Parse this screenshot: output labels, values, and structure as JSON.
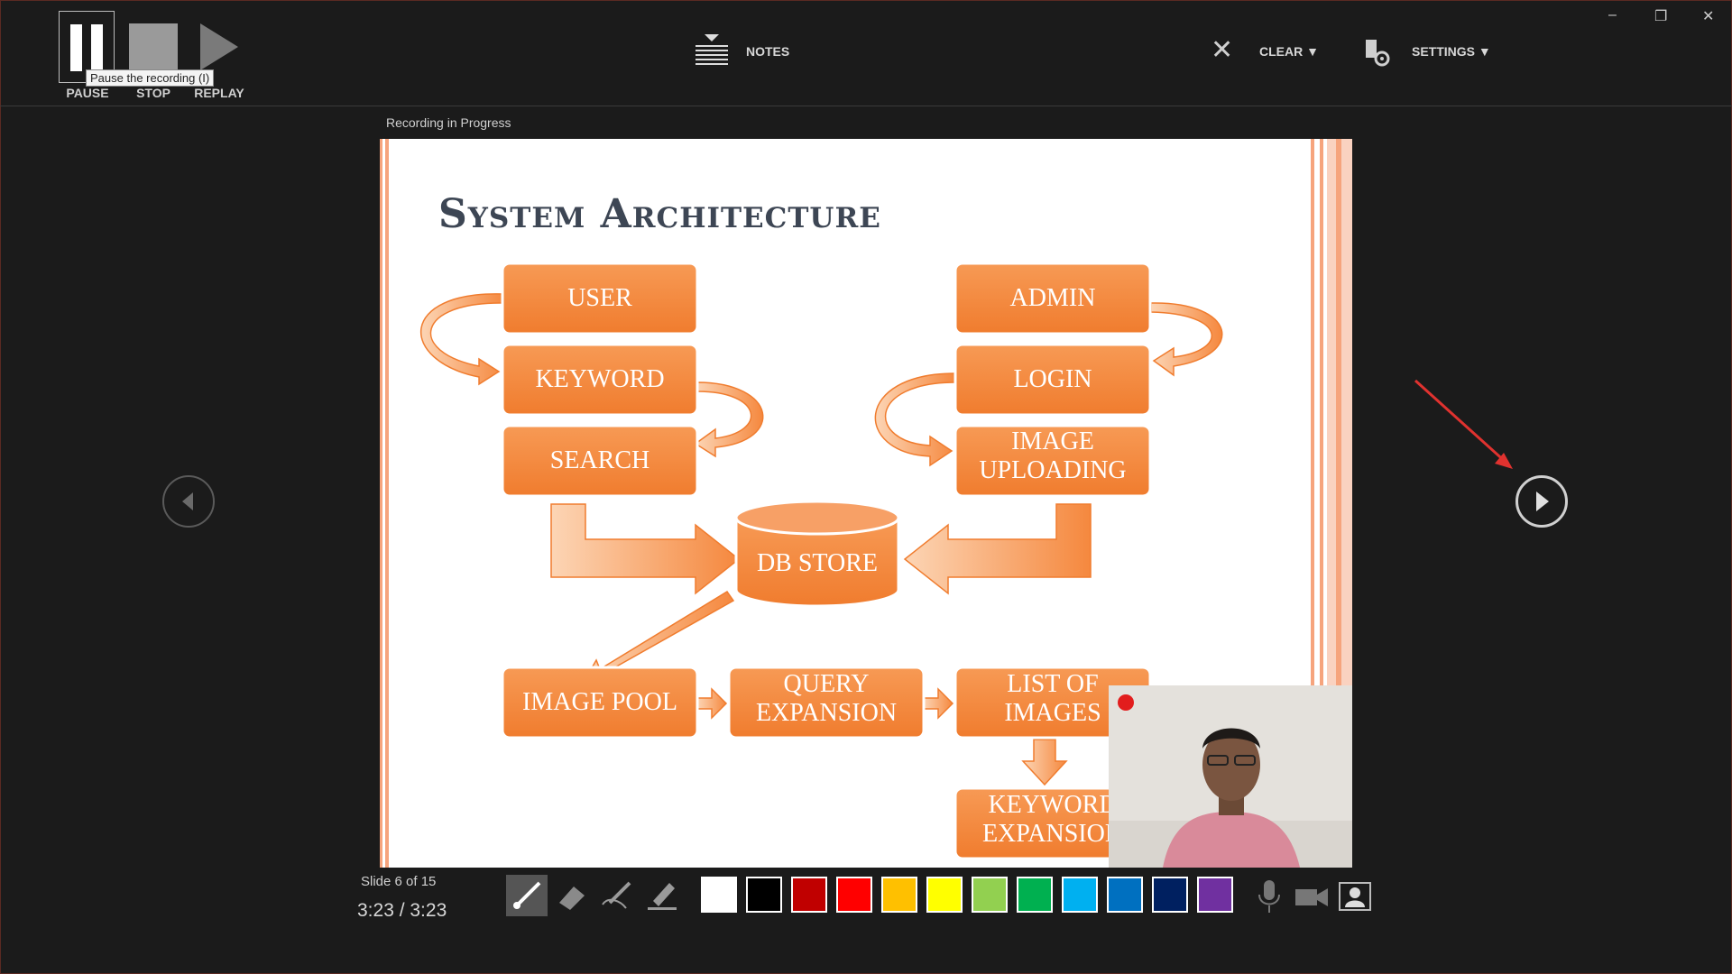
{
  "toolbar": {
    "pause_label": "PAUSE",
    "stop_label": "STOP",
    "replay_label": "REPLAY",
    "pause_tooltip": "Pause the recording (I)",
    "notes_label": "NOTES",
    "clear_label": "CLEAR ▼",
    "settings_label": "SETTINGS ▼",
    "clear_icon": "✕"
  },
  "window_controls": {
    "minimize": "–",
    "restore": "❐",
    "close": "✕"
  },
  "recording_status": "Recording in Progress",
  "slide": {
    "title": "System Architecture",
    "boxes": {
      "user": "USER",
      "keyword": "KEYWORD",
      "search": "SEARCH",
      "admin": "ADMIN",
      "login": "LOGIN",
      "image_uploading_1": "IMAGE",
      "image_uploading_2": "UPLOADING",
      "db_store": "DB STORE",
      "image_pool": "IMAGE POOL",
      "query_expansion_1": "QUERY",
      "query_expansion_2": "EXPANSION",
      "list_of_images_1": "LIST OF",
      "list_of_images_2": "IMAGES",
      "keyword_expansion_1": "KEYWORD",
      "keyword_expansion_2": "EXPANSION"
    }
  },
  "footer": {
    "slide_counter": "Slide 6 of 15",
    "timer": "3:23  /  3:23"
  },
  "pen_tools": [
    "laser-pointer",
    "eraser",
    "pen",
    "highlighter"
  ],
  "colors": [
    "#ffffff",
    "#000000",
    "#c00000",
    "#ff0000",
    "#ffc000",
    "#ffff00",
    "#92d050",
    "#00b050",
    "#00b0f0",
    "#0070c0",
    "#002060",
    "#7030a0"
  ],
  "accent": {
    "orange": "#f58a42",
    "arrow_red": "#e0322f",
    "rec_dot": "#e21d1d"
  }
}
